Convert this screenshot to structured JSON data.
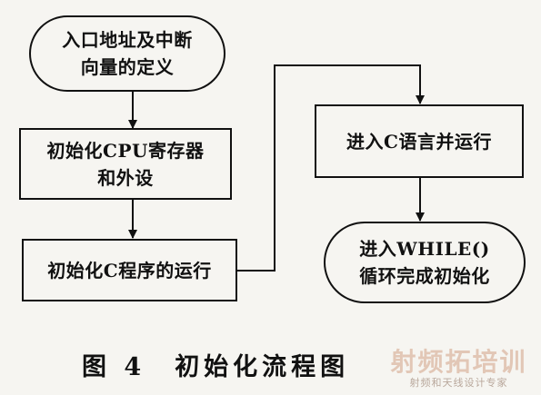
{
  "nodes": {
    "start": {
      "line1": "入口地址及中断",
      "line2": "向量的定义"
    },
    "init_cpu": {
      "line1": "初始化CPU寄存器",
      "line2": "和外设"
    },
    "init_c": {
      "line1": "初始化C程序的运行"
    },
    "enter_c": {
      "line1": "进入C语言并运行"
    },
    "end": {
      "line1": "进入WHILE()",
      "line2": "循环完成初始化"
    }
  },
  "caption": {
    "figure": "图 4",
    "title": "初始化流程图"
  },
  "watermark": {
    "main": "射频拓培训",
    "sub": "射频和天线设计专家"
  }
}
